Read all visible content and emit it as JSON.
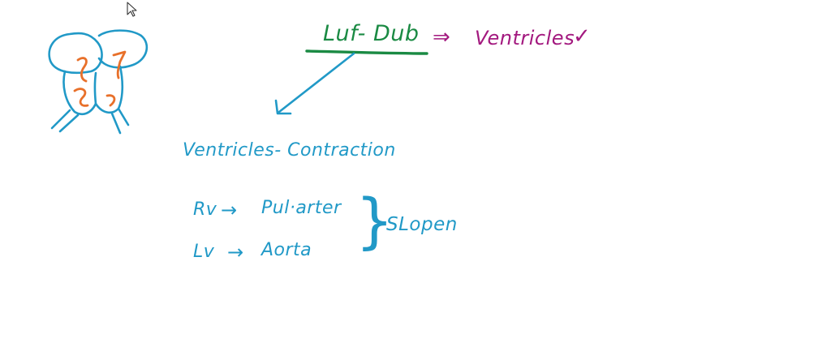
{
  "colors": {
    "green": "#1a8a43",
    "purple": "#a3197f",
    "blue": "#2199c7",
    "orange": "#e8702a",
    "cursor": "#333333"
  },
  "icons": {
    "cursor": "mouse-pointer-icon",
    "heart": "heart-sketch-icon",
    "arrow": "diagonal-arrow-icon",
    "check": "check-mark-icon",
    "brace": "curly-brace-icon"
  },
  "notes": {
    "heading": "Luf- Dub",
    "implies": "⇒",
    "heading_result": "Ventricles",
    "check": "✓",
    "subheading": "Ventricles- Contraction",
    "rows": [
      {
        "from": "Rv",
        "arrow": "→",
        "to": "Pul·arter"
      },
      {
        "from": "Lv",
        "arrow": "→",
        "to": "Aorta"
      }
    ],
    "brace": "}",
    "brace_label": "SLopen"
  }
}
